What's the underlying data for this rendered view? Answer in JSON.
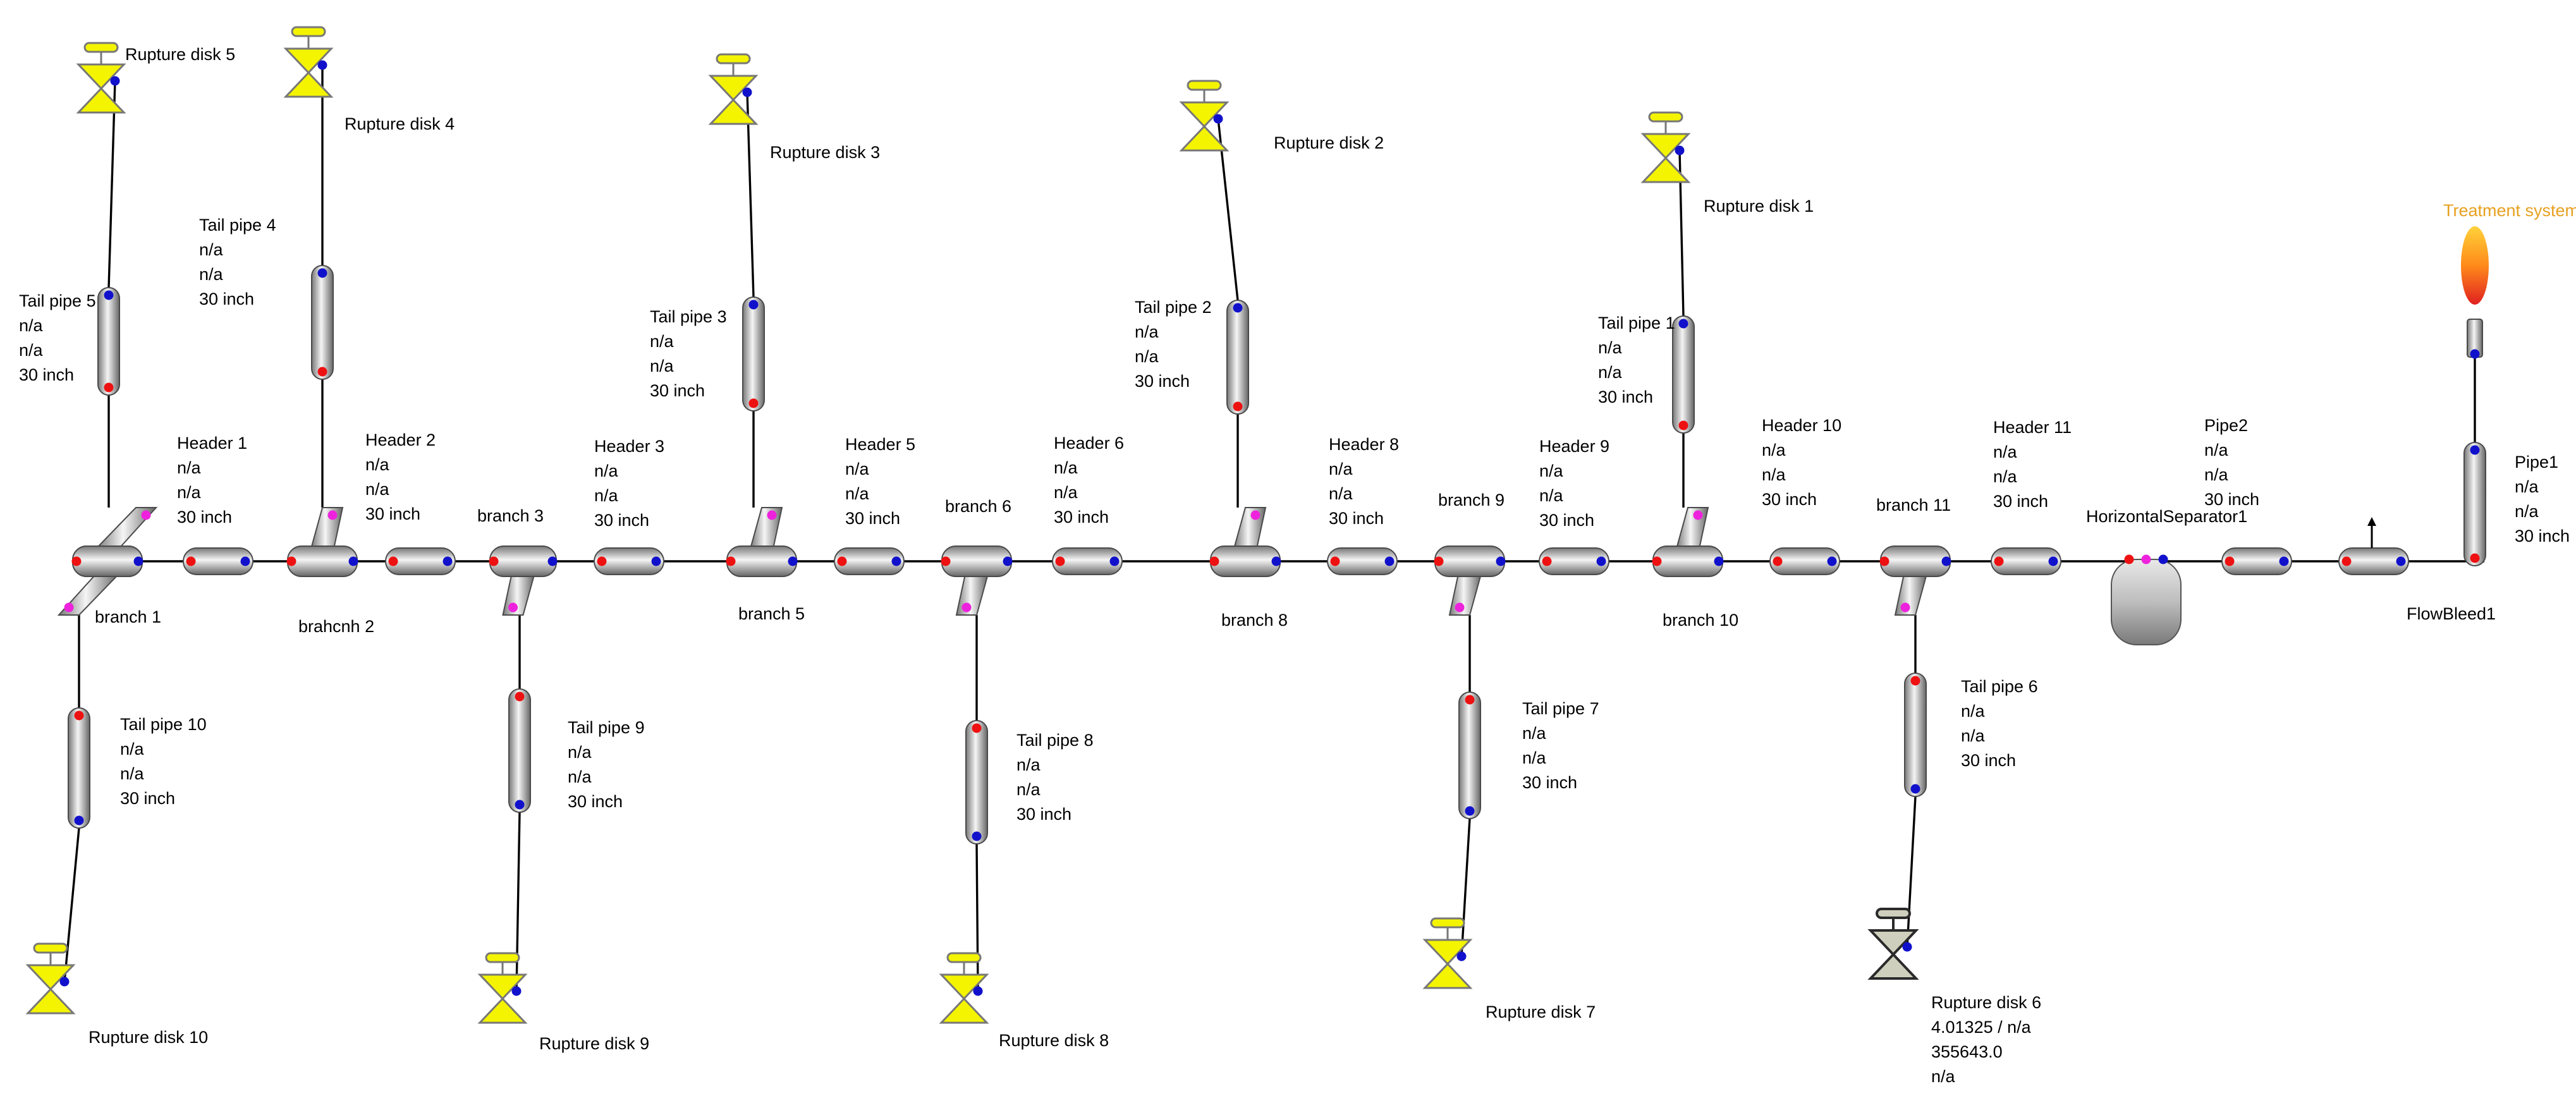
{
  "flare_network": {
    "line_size": "30 inch",
    "na": "n/a",
    "rupture_disks": [
      {
        "id": "rd1",
        "name": "Rupture disk 1"
      },
      {
        "id": "rd2",
        "name": "Rupture disk 2"
      },
      {
        "id": "rd3",
        "name": "Rupture disk 3"
      },
      {
        "id": "rd4",
        "name": "Rupture disk 4"
      },
      {
        "id": "rd5",
        "name": "Rupture disk 5"
      },
      {
        "id": "rd6",
        "name": "Rupture disk 6",
        "lines": [
          "4.01325 / n/a",
          "355643.0",
          "n/a"
        ]
      },
      {
        "id": "rd7",
        "name": "Rupture disk 7"
      },
      {
        "id": "rd8",
        "name": "Rupture disk 8"
      },
      {
        "id": "rd9",
        "name": "Rupture disk 9"
      },
      {
        "id": "rd10",
        "name": "Rupture disk 10"
      }
    ],
    "tail_pipes": [
      {
        "id": "tp1",
        "name": "Tail pipe 1",
        "lines": [
          "n/a",
          "n/a",
          "30 inch"
        ]
      },
      {
        "id": "tp2",
        "name": "Tail pipe 2",
        "lines": [
          "n/a",
          "n/a",
          "30 inch"
        ]
      },
      {
        "id": "tp3",
        "name": "Tail pipe 3",
        "lines": [
          "n/a",
          "n/a",
          "30 inch"
        ]
      },
      {
        "id": "tp4",
        "name": "Tail pipe 4",
        "lines": [
          "n/a",
          "n/a",
          "30 inch"
        ]
      },
      {
        "id": "tp5",
        "name": "Tail pipe 5",
        "lines": [
          "n/a",
          "n/a",
          "30 inch"
        ]
      },
      {
        "id": "tp6",
        "name": "Tail pipe 6",
        "lines": [
          "n/a",
          "n/a",
          "30 inch"
        ]
      },
      {
        "id": "tp7",
        "name": "Tail pipe 7",
        "lines": [
          "n/a",
          "n/a",
          "30 inch"
        ]
      },
      {
        "id": "tp8",
        "name": "Tail pipe 8",
        "lines": [
          "n/a",
          "n/a",
          "30 inch"
        ]
      },
      {
        "id": "tp9",
        "name": "Tail pipe 9",
        "lines": [
          "n/a",
          "n/a",
          "30 inch"
        ]
      },
      {
        "id": "tp10",
        "name": "Tail pipe 10",
        "lines": [
          "n/a",
          "n/a",
          "30 inch"
        ]
      }
    ],
    "headers": [
      {
        "id": "h1",
        "name": "Header 1",
        "lines": [
          "n/a",
          "n/a",
          "30 inch"
        ]
      },
      {
        "id": "h2",
        "name": "Header 2",
        "lines": [
          "n/a",
          "n/a",
          "30 inch"
        ]
      },
      {
        "id": "h3",
        "name": "Header 3",
        "lines": [
          "n/a",
          "n/a",
          "30 inch"
        ]
      },
      {
        "id": "h5",
        "name": "Header 5",
        "lines": [
          "n/a",
          "n/a",
          "30 inch"
        ]
      },
      {
        "id": "h6",
        "name": "Header 6",
        "lines": [
          "n/a",
          "n/a",
          "30 inch"
        ]
      },
      {
        "id": "h8",
        "name": "Header 8",
        "lines": [
          "n/a",
          "n/a",
          "30 inch"
        ]
      },
      {
        "id": "h9",
        "name": "Header 9",
        "lines": [
          "n/a",
          "n/a",
          "30 inch"
        ]
      },
      {
        "id": "h10",
        "name": "Header 10",
        "lines": [
          "n/a",
          "n/a",
          "30 inch"
        ]
      },
      {
        "id": "h11",
        "name": "Header 11",
        "lines": [
          "n/a",
          "n/a",
          "30 inch"
        ]
      }
    ],
    "pipes": [
      {
        "id": "p2",
        "name": "Pipe2",
        "lines": [
          "n/a",
          "n/a",
          "30 inch"
        ]
      },
      {
        "id": "p1",
        "name": "Pipe1",
        "lines": [
          "n/a",
          "n/a",
          "30 inch"
        ]
      }
    ],
    "branches": [
      {
        "id": "b1",
        "name": "branch 1"
      },
      {
        "id": "b2",
        "name": "brahcnh 2"
      },
      {
        "id": "b3",
        "name": "branch 3"
      },
      {
        "id": "b5",
        "name": "branch 5"
      },
      {
        "id": "b6",
        "name": "branch 6"
      },
      {
        "id": "b8",
        "name": "branch 8"
      },
      {
        "id": "b9",
        "name": "branch 9"
      },
      {
        "id": "b10",
        "name": "branch 10"
      },
      {
        "id": "b11",
        "name": "branch 11"
      }
    ],
    "separator": {
      "name": "HorizontalSeparator1"
    },
    "flow_bleed": {
      "name": "FlowBleed1"
    },
    "treatment": {
      "name": "Treatment system"
    },
    "colors": {
      "disk_yellow": "#f4f400",
      "disk_grey": "#cfcfbd",
      "inlet_port": "#ee1111",
      "outlet_port": "#1111cc",
      "branch_port": "#ee22dd",
      "treatment_label": "#e8a020"
    },
    "icons": {
      "rupture_disk": "rupture-disk-icon",
      "pipe": "pipe-segment-icon",
      "tee": "tee-junction-icon",
      "separator": "horizontal-separator-icon",
      "flow_bleed": "flow-bleed-icon",
      "flare": "flare-flame-icon"
    }
  }
}
